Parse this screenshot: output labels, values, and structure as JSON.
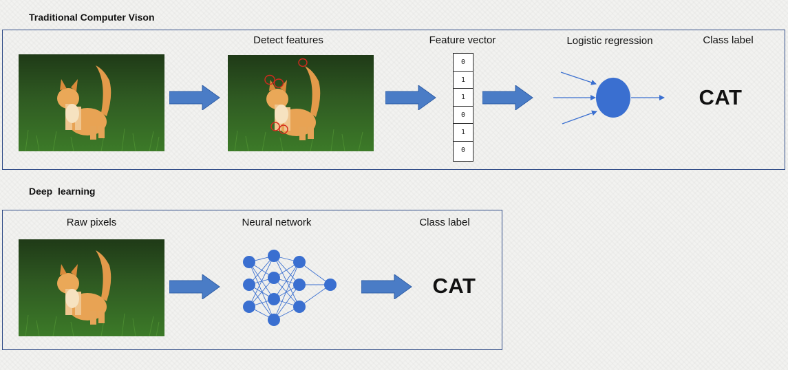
{
  "traditional": {
    "title": "Traditional Computer Vison",
    "captions": {
      "detect": "Detect features",
      "vector": "Feature vector",
      "logistic": "Logistic regression",
      "class": "Class label"
    },
    "feature_vector": [
      "0",
      "1",
      "1",
      "0",
      "1",
      "0"
    ],
    "output": "CAT"
  },
  "deep": {
    "title": "Deep  learning",
    "captions": {
      "raw": "Raw pixels",
      "network": "Neural network",
      "class": "Class label"
    },
    "output": "CAT"
  },
  "colors": {
    "frame": "#2e4a86",
    "arrow": "#4a7cc6",
    "node": "#3a6fd0"
  }
}
